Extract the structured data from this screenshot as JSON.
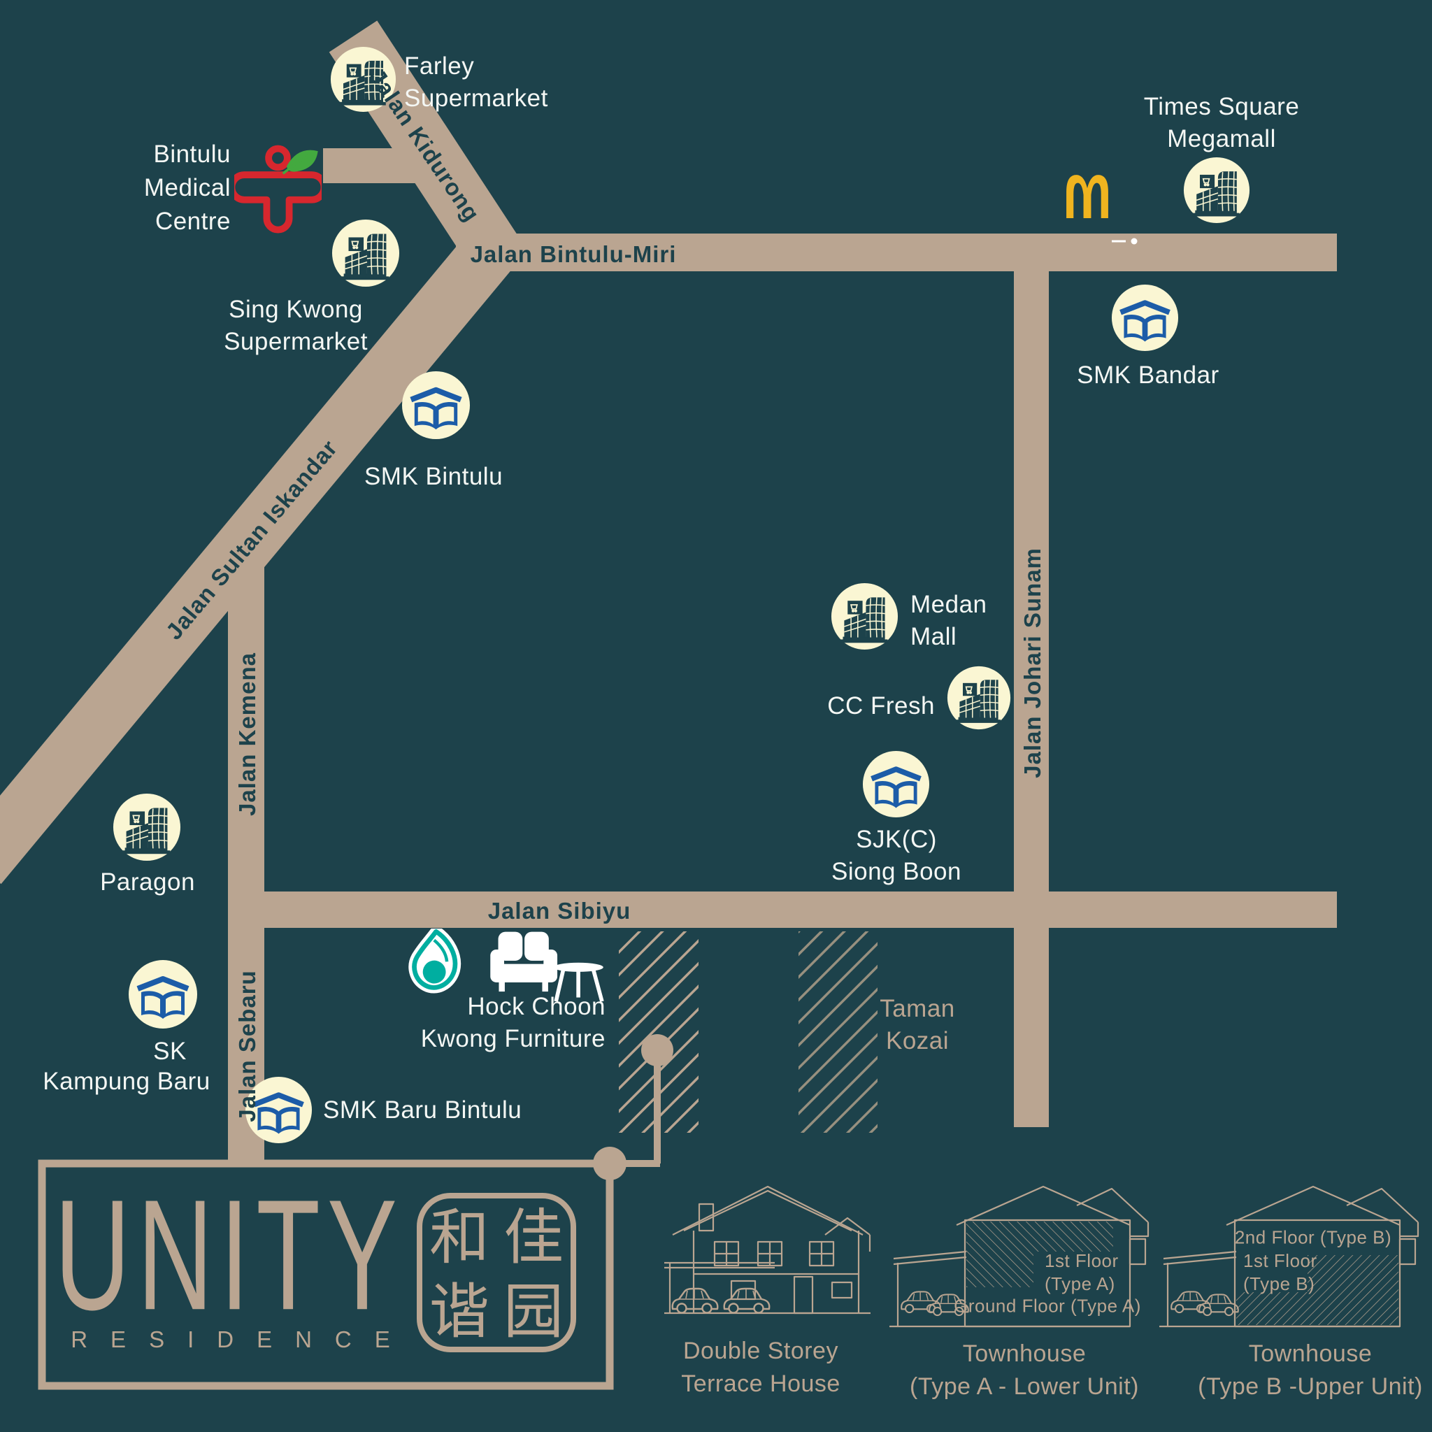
{
  "colors": {
    "background": "#1D424B",
    "road": "#BAA591",
    "road_text": "#1D424B",
    "landmark_text": "#F4F7F4",
    "tan_text": "#BAA591",
    "icon_circle_cream": "#FAF6D3",
    "icon_glyph_dark": "#1D424B",
    "school_blue": "#1C5CA8",
    "mcdonalds_gold": "#F0B41F",
    "medical_red": "#D7272E",
    "leaf_green": "#43A93F",
    "petronas_teal": "#00AEA0",
    "furniture_white": "#FFFFFF",
    "kozai_hatch": "#97907F"
  },
  "roads": {
    "kidurong": {
      "label": "Jalan Kidurong"
    },
    "bintulu_miri": {
      "label": "Jalan Bintulu-Miri"
    },
    "sultan_iskandar": {
      "label": "Jalan Sultan Iskandar"
    },
    "kemena": {
      "label": "Jalan Kemena"
    },
    "sebaru": {
      "label": "Jalan Sebaru"
    },
    "sibiyu": {
      "label": "Jalan Sibiyu"
    },
    "johari_sunam": {
      "label": "Jalan Johari Sunam"
    }
  },
  "landmarks": {
    "farley": {
      "icon": "mall-building-icon",
      "lines": [
        "Farley",
        "Supermarket"
      ]
    },
    "bintulu_medical": {
      "icon": "medical-person-leaf-icon",
      "lines": [
        "Bintulu",
        "Medical",
        "Centre"
      ]
    },
    "sing_kwong": {
      "icon": "mall-building-icon",
      "lines": [
        "Sing Kwong",
        "Supermarket"
      ]
    },
    "smk_bintulu": {
      "icon": "school-book-icon",
      "lines": [
        "SMK Bintulu"
      ]
    },
    "times_square": {
      "icon": "mall-building-icon",
      "lines": [
        "Times Square",
        "Megamall"
      ]
    },
    "mcdonalds": {
      "icon": "mcdonalds-arches-icon"
    },
    "smk_bandar": {
      "icon": "school-book-icon",
      "lines": [
        "SMK Bandar"
      ]
    },
    "medan_mall": {
      "icon": "mall-building-icon",
      "lines": [
        "Medan",
        "Mall"
      ]
    },
    "cc_fresh": {
      "icon": "mall-building-icon",
      "lines": [
        "CC Fresh"
      ]
    },
    "sjk_siong_boon": {
      "icon": "school-book-icon",
      "lines": [
        "SJK(C)",
        "Siong Boon"
      ]
    },
    "paragon": {
      "icon": "mall-building-icon",
      "lines": [
        "Paragon"
      ]
    },
    "sk_kampung_baru": {
      "icon": "school-book-icon",
      "lines": [
        "SK",
        "Kampung Baru"
      ]
    },
    "smk_baru_bintulu": {
      "icon": "school-book-icon",
      "lines": [
        "SMK Baru Bintulu"
      ]
    },
    "petronas": {
      "icon": "petronas-drop-icon"
    },
    "hock_choon": {
      "icon": "sofa-furniture-icon",
      "lines": [
        "Hock Choon",
        "Kwong Furniture"
      ]
    }
  },
  "areas": {
    "taman_kozai": {
      "lines": [
        "Taman",
        "Kozai"
      ]
    }
  },
  "logo": {
    "brand": "UNITY",
    "subtitle": "RESIDENCE",
    "chinese": [
      "和",
      "佳",
      "谐",
      "园"
    ]
  },
  "house_types": {
    "terrace": {
      "caption": [
        "Double Storey",
        "Terrace House"
      ]
    },
    "type_a": {
      "caption": [
        "Townhouse",
        "(Type A - Lower Unit)"
      ],
      "floor_labels": [
        "1st Floor",
        "(Type A)",
        "Ground Floor (Type A)"
      ]
    },
    "type_b": {
      "caption": [
        "Townhouse",
        "(Type B -Upper Unit)"
      ],
      "floor_labels": [
        "2nd Floor (Type B)",
        "1st Floor",
        "(Type B)"
      ]
    }
  }
}
